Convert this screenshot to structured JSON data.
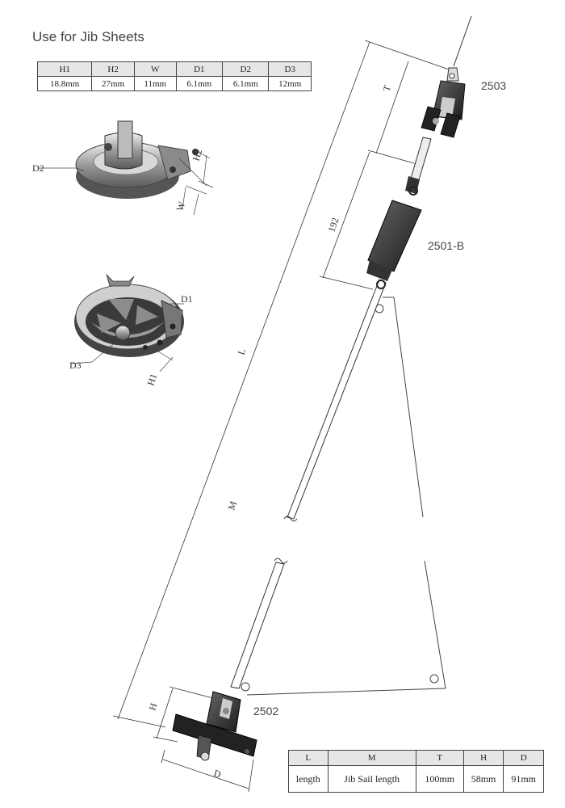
{
  "title": "Use for Jib Sheets",
  "top_table": {
    "headers": [
      "H1",
      "H2",
      "W",
      "D1",
      "D2",
      "D3"
    ],
    "values": [
      "18.8mm",
      "27mm",
      "11mm",
      "6.1mm",
      "6.1mm",
      "12mm"
    ]
  },
  "bottom_table": {
    "headers": [
      "L",
      "M",
      "T",
      "H",
      "D"
    ],
    "values": [
      "length",
      "Jib Sail length",
      "100mm",
      "58mm",
      "91mm"
    ]
  },
  "part_labels": {
    "top_fitting": "2503",
    "middle_fitting": "2501-B",
    "bottom_fitting": "2502"
  },
  "dimension_labels": {
    "L": "L",
    "M": "M",
    "T": "T",
    "H": "H",
    "D": "D",
    "length_192": "192",
    "D1": "D1",
    "D2": "D2",
    "D3": "D3",
    "H1": "H1",
    "H2": "H2",
    "W": "W"
  }
}
